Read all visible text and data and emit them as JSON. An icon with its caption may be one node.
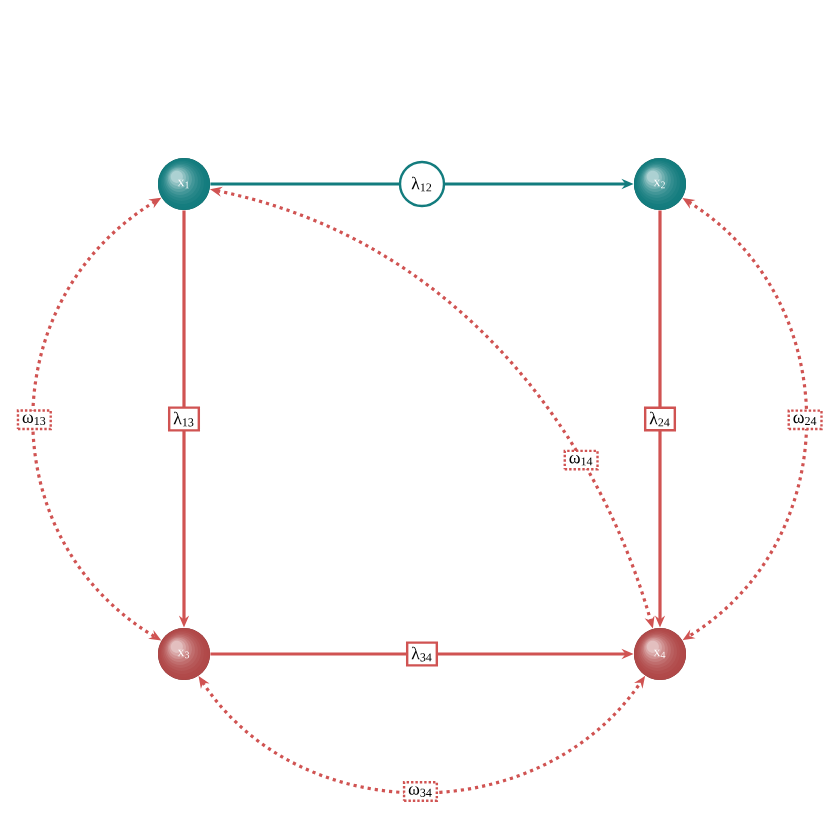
{
  "diagram": {
    "nodes": [
      {
        "text": [
          "x$_{1}$"
        ]
      },
      {
        "text": [
          "x$_{2}$"
        ]
      },
      {
        "text": [
          "x$_{3}$"
        ]
      },
      {
        "text": [
          "x$_{4}$"
        ]
      }
    ],
    "edges": [
      {
        "from": 0,
        "to": 1,
        "arrow": "to",
        "label": "λ$_{12}$",
        "color": "#137c7e"
      },
      {
        "from": 0,
        "to": 2,
        "arrow": "to",
        "label": "λ$_{13}$"
      },
      {
        "from": 1,
        "to": 3,
        "arrow": "to",
        "label": "λ$_{24}$"
      },
      {
        "from": 2,
        "to": 3,
        "arrow": "to",
        "label": "λ$_{34}$"
      },
      {
        "from": 0,
        "to": 2,
        "arrow": "both",
        "label": "ω$_{13}$",
        "style": "dashed"
      },
      {
        "from": 0,
        "to": 3,
        "arrow": "both",
        "label": "ω$_{14}$",
        "style": "dashed"
      },
      {
        "from": 1,
        "to": 3,
        "arrow": "both",
        "label": "ω$_{24}$",
        "style": "dashed"
      },
      {
        "from": 2,
        "to": 3,
        "arrow": "both",
        "label": "ω$_{34}$",
        "style": "dashed"
      }
    ]
  }
}
